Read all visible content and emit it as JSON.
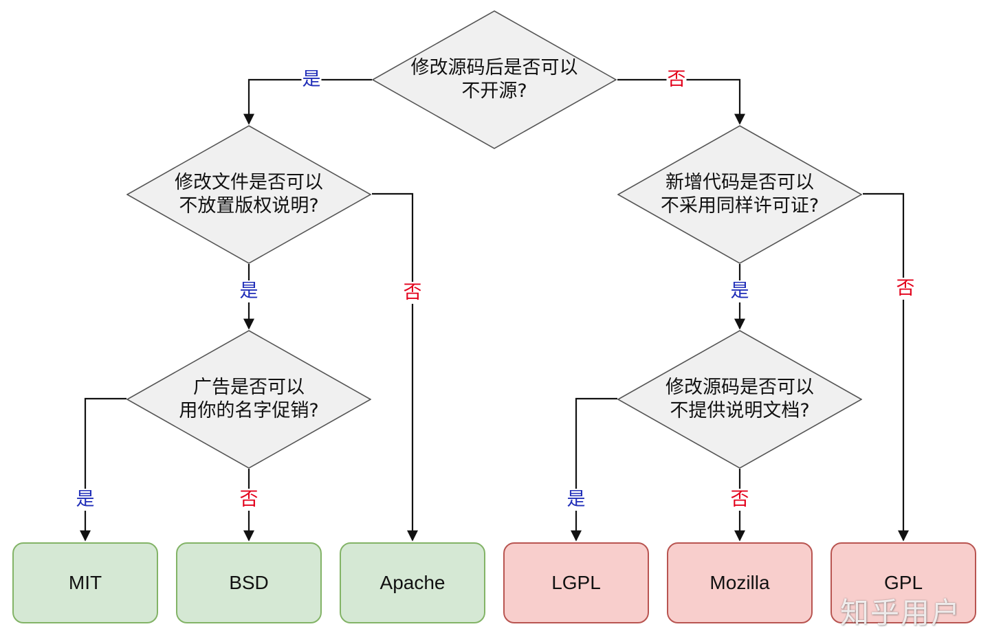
{
  "decisions": {
    "root": {
      "line1": "修改源码后是否可以",
      "line2": "不开源?"
    },
    "file_notice": {
      "line1": "修改文件是否可以",
      "line2": "不放置版权说明?"
    },
    "promo": {
      "line1": "广告是否可以",
      "line2": "用你的名字促销?"
    },
    "new_code": {
      "line1": "新增代码是否可以",
      "line2": "不采用同样许可证?"
    },
    "docs": {
      "line1": "修改源码是否可以",
      "line2": "不提供说明文档?"
    }
  },
  "labels": {
    "yes": "是",
    "no": "否"
  },
  "licenses": {
    "mit": "MIT",
    "bsd": "BSD",
    "apache": "Apache",
    "lgpl": "LGPL",
    "mozilla": "Mozilla",
    "gpl": "GPL"
  },
  "watermark": "知乎用户",
  "colors": {
    "yes": "#1f2db8",
    "no": "#e3001b",
    "decision_fill": "#f0f0f0",
    "permissive_fill": "#d5e8d4",
    "permissive_border": "#82b366",
    "copyleft_fill": "#f8cecc",
    "copyleft_border": "#b85450"
  }
}
